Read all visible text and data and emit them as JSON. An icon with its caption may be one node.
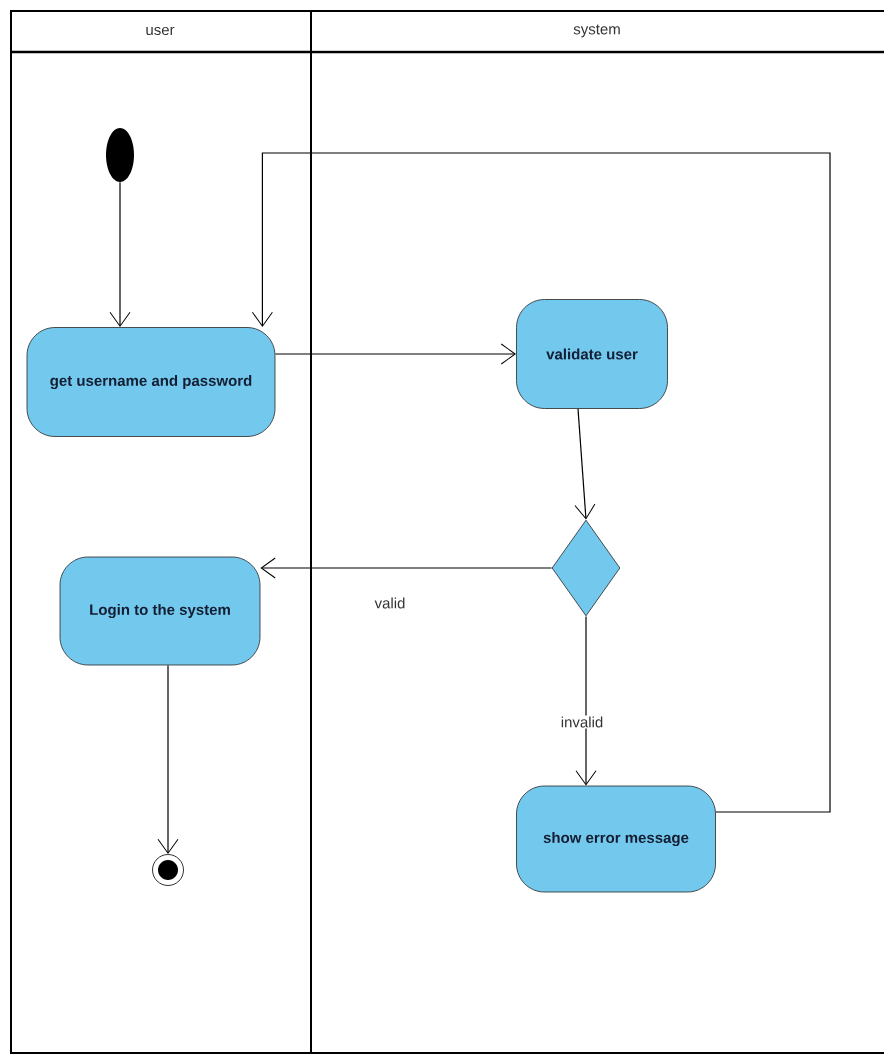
{
  "diagram": {
    "nodes": [
      {
        "text": [
          "user"
        ]
      },
      {
        "text": [
          "system"
        ]
      },
      {
        "text": [],
        "shape": "circle",
        "in": 0
      },
      {
        "text": [
          "get username and password"
        ],
        "in": 0
      },
      {
        "text": [
          "validate user"
        ],
        "in": 1
      },
      {
        "text": [],
        "shape": "diamond",
        "in": 1
      },
      {
        "text": [
          "Login to  the system"
        ],
        "in": 0
      },
      {
        "text": [
          "show error message"
        ],
        "in": 1
      },
      {
        "text": [],
        "shape": "circle",
        "in": 0
      }
    ],
    "edges": [
      {
        "from": 2,
        "to": 3,
        "arrow": "to"
      },
      {
        "from": 3,
        "to": 4,
        "arrow": "to"
      },
      {
        "from": 4,
        "to": 5,
        "arrow": "to"
      },
      {
        "from": 5,
        "to": 6,
        "arrow": "to",
        "label": "valid"
      },
      {
        "from": 5,
        "to": 7,
        "arrow": "to",
        "label": "invalid"
      },
      {
        "from": 7,
        "to": 3,
        "arrow": "to"
      },
      {
        "from": 6,
        "to": 8,
        "arrow": "to"
      }
    ]
  }
}
